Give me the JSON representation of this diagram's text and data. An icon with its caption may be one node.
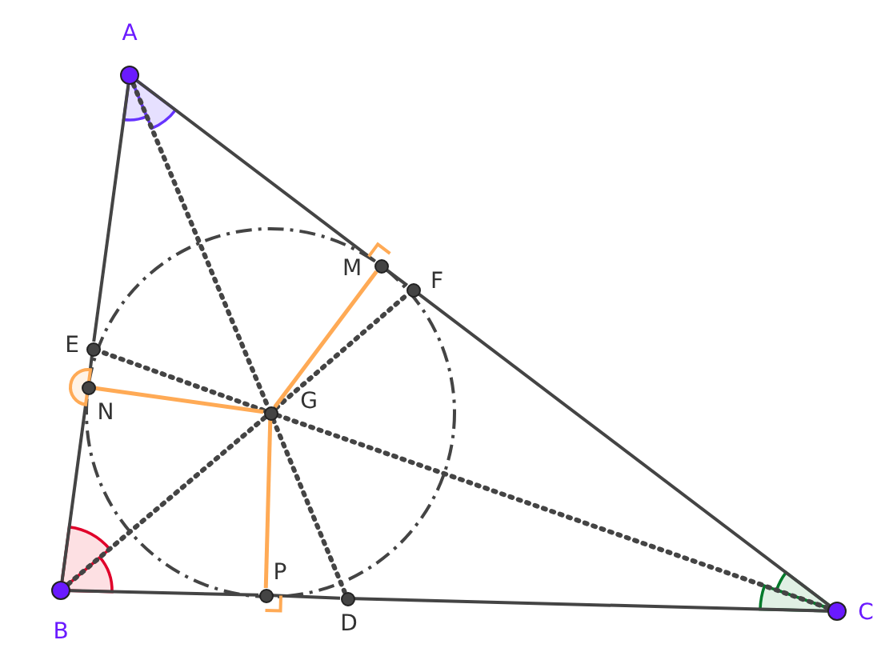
{
  "diagram": {
    "nodes": [
      {
        "text": [],
        "shape": "circle",
        "beside": [
          "A"
        ]
      },
      {
        "text": [],
        "shape": "circle",
        "beside": [
          "B"
        ]
      },
      {
        "text": [],
        "shape": "circle",
        "beside": [
          "C"
        ]
      },
      {
        "text": [],
        "shape": "circle",
        "beside": [
          "G"
        ]
      },
      {
        "text": [],
        "shape": "circle",
        "beside": [
          "E"
        ]
      },
      {
        "text": [],
        "shape": "circle",
        "beside": [
          "N"
        ]
      },
      {
        "text": [],
        "shape": "circle",
        "beside": [
          "M"
        ]
      },
      {
        "text": [],
        "shape": "circle",
        "beside": [
          "F"
        ]
      },
      {
        "text": [],
        "shape": "circle",
        "beside": [
          "P"
        ]
      },
      {
        "text": [],
        "shape": "circle",
        "beside": [
          "D"
        ]
      }
    ],
    "edges": [
      {
        "from": 0,
        "to": 4,
        "arrow": "none"
      },
      {
        "from": 4,
        "to": 5,
        "arrow": "none"
      },
      {
        "from": 5,
        "to": 1,
        "arrow": "none"
      },
      {
        "from": 1,
        "to": 8,
        "arrow": "none"
      },
      {
        "from": 8,
        "to": 9,
        "arrow": "none"
      },
      {
        "from": 9,
        "to": 2,
        "arrow": "none"
      },
      {
        "from": 2,
        "to": 7,
        "arrow": "none"
      },
      {
        "from": 7,
        "to": 6,
        "arrow": "none"
      },
      {
        "from": 6,
        "to": 0,
        "arrow": "none"
      },
      {
        "from": 0,
        "to": 3,
        "arrow": "none",
        "style": "dashed"
      },
      {
        "from": 3,
        "to": 9,
        "arrow": "none",
        "style": "dashed"
      },
      {
        "from": 1,
        "to": 3,
        "arrow": "none",
        "style": "dashed"
      },
      {
        "from": 3,
        "to": 7,
        "arrow": "none",
        "style": "dashed"
      },
      {
        "from": 2,
        "to": 3,
        "arrow": "none",
        "style": "dashed"
      },
      {
        "from": 3,
        "to": 4,
        "arrow": "none",
        "style": "dashed"
      },
      {
        "from": 3,
        "to": 6,
        "arrow": "other",
        "color": "#ffaa55"
      },
      {
        "from": 3,
        "to": 5,
        "arrow": "other",
        "color": "#ffaa55"
      },
      {
        "from": 3,
        "to": 8,
        "arrow": "other",
        "color": "#ffaa55"
      }
    ]
  }
}
